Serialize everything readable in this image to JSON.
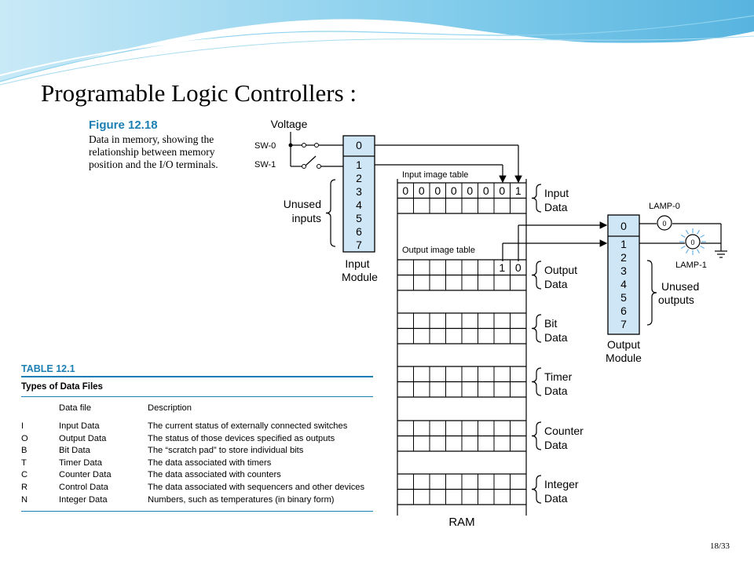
{
  "slide": {
    "title": "Programable Logic Controllers :",
    "page_number": "18/33"
  },
  "figure": {
    "label": "Figure 12.18",
    "caption": "Data in memory, showing the relationship between memory position and the I/O terminals.",
    "voltage_label": "Voltage",
    "switches": [
      "SW-0",
      "SW-1"
    ],
    "input_module": {
      "name": "Input Module",
      "terminals": [
        "0",
        "1",
        "2",
        "3",
        "4",
        "5",
        "6",
        "7"
      ],
      "unused_label": "Unused inputs"
    },
    "output_module": {
      "name": "Output Module",
      "terminals": [
        "0",
        "1",
        "2",
        "3",
        "4",
        "5",
        "6",
        "7"
      ],
      "unused_label": "Unused outputs"
    },
    "lamps": [
      "LAMP-0",
      "LAMP-1"
    ],
    "lamp_glyph": "0",
    "ram": {
      "label": "RAM",
      "input_image_table_label": "Input image table",
      "input_image_bits": [
        "0",
        "0",
        "0",
        "0",
        "0",
        "0",
        "0",
        "1"
      ],
      "output_image_table_label": "Output image table",
      "output_image_bits": [
        "",
        "",
        "",
        "",
        "",
        "",
        "1",
        "0"
      ],
      "sections": [
        "Input Data",
        "Output Data",
        "Bit Data",
        "Timer Data",
        "Counter Data",
        "Integer Data"
      ]
    }
  },
  "table": {
    "label": "TABLE 12.1",
    "title": "Types of Data Files",
    "headers": [
      "",
      "Data file",
      "Description"
    ],
    "rows": [
      [
        "I",
        "Input Data",
        "The current status of externally connected switches"
      ],
      [
        "O",
        "Output Data",
        "The status of those devices specified as outputs"
      ],
      [
        "B",
        "Bit Data",
        "The “scratch pad” to store individual bits"
      ],
      [
        "T",
        "Timer Data",
        "The data associated with timers"
      ],
      [
        "C",
        "Counter Data",
        "The data associated with counters"
      ],
      [
        "R",
        "Control Data",
        "The data associated with sequencers and other devices"
      ],
      [
        "N",
        "Integer Data",
        "Numbers, such as temperatures (in binary form)"
      ]
    ]
  },
  "colors": {
    "accent": "#1b7fb3",
    "module_fill": "#cfe6f7",
    "lamp_glow": "#6ab3e8"
  }
}
